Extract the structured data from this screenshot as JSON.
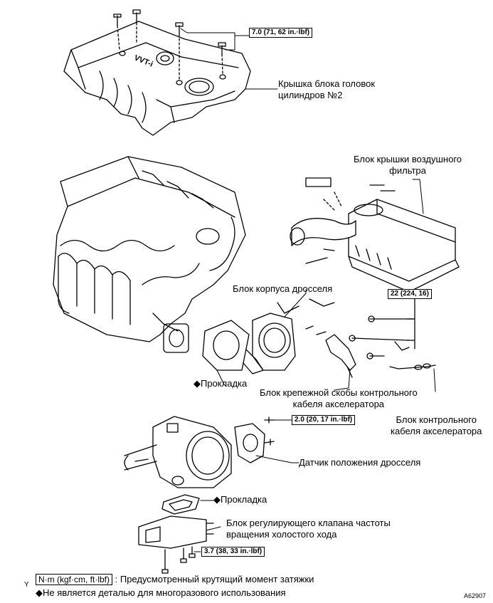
{
  "labels": {
    "head_cover": [
      "Крышка блока головок",
      "цилиндров №2"
    ],
    "air_cleaner_cap": [
      "Блок крышки воздушного",
      "фильтра"
    ],
    "throttle_body": "Блок корпуса дросселя",
    "gasket_1": "◆Прокладка",
    "accel_bracket": [
      "Блок крепежной скобы контрольного",
      "кабеля акселератора"
    ],
    "accel_cable": [
      "Блок  контрольного",
      "кабеля акселератора"
    ],
    "tps": "Датчик положения дросселя",
    "gasket_2": "◆Прокладка",
    "isc_valve": [
      "Блок регулирующего клапана частоты",
      "вращения холостого хода"
    ]
  },
  "torques": {
    "t1": "7.0 (71, 62 in.·lbf)",
    "t2": "22 (224, 16)",
    "t3": "2.0 (20, 17 in.·lbf)",
    "t4": "3.7 (38, 33 in.·lbf)"
  },
  "engine_logo": "VVT-i",
  "legend": {
    "unit_box": "N·m (kgf·cm, ft·lbf)",
    "unit_text": ": Предусмотренный крутящий момент затяжки",
    "non_reusable": "◆Не является деталью для многоразового использования"
  },
  "corner_mark": "Y",
  "figure_id": "A62907"
}
